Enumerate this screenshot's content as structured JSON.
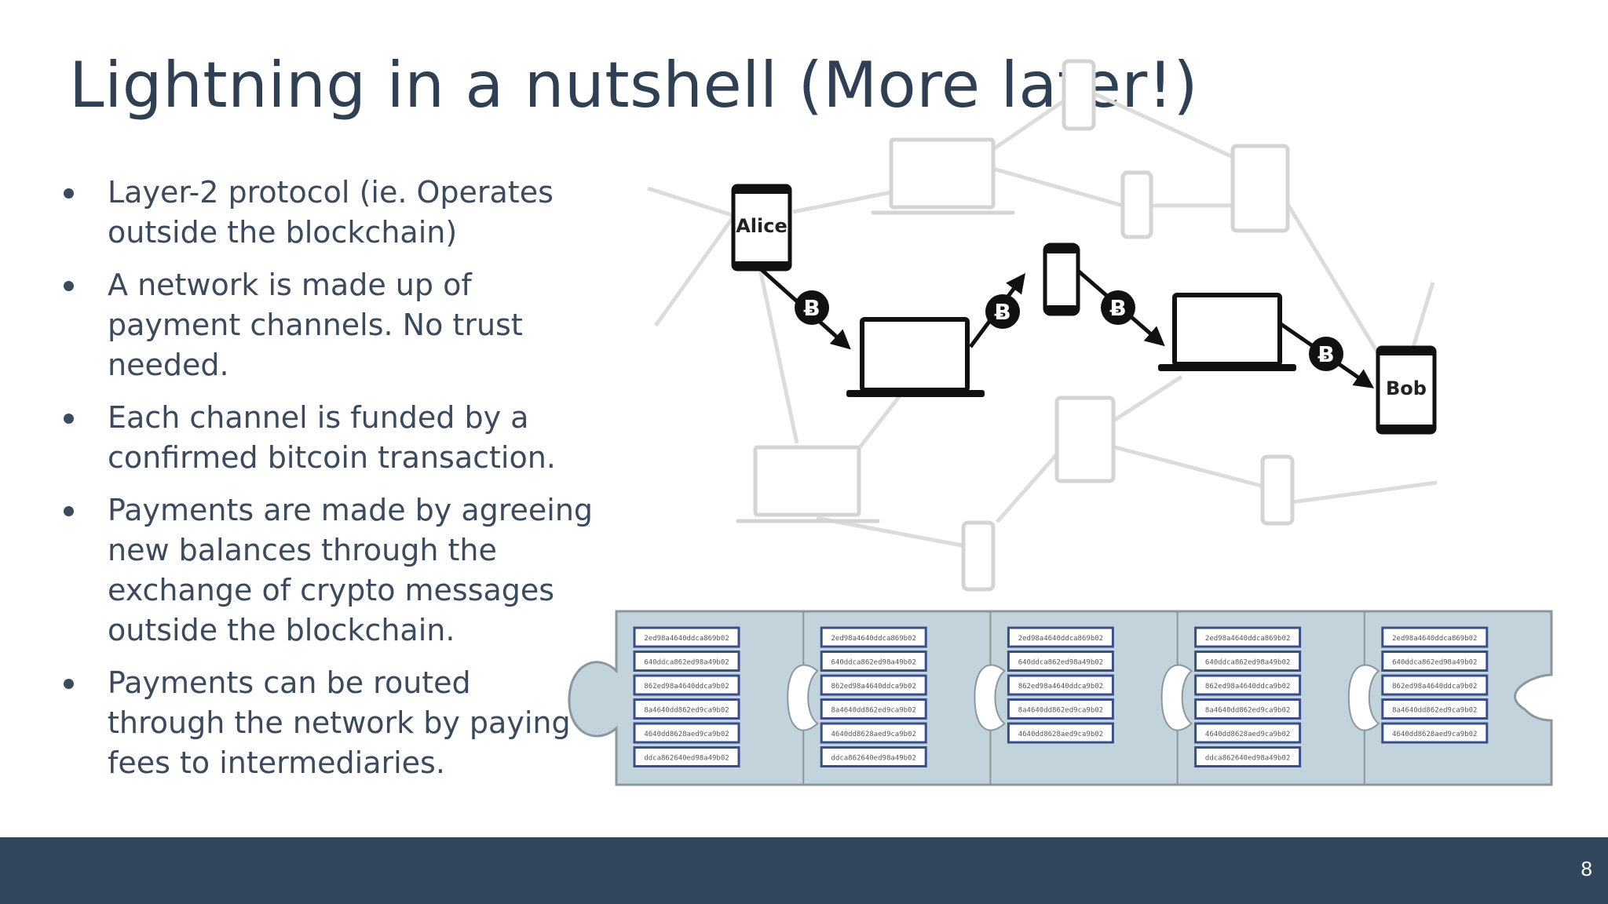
{
  "slide": {
    "title": "Lightning in a nutshell (More later!)",
    "page_number": "8"
  },
  "bullets": [
    "Layer-2 protocol (ie. Operates outside the blockchain)",
    "A network is made up of payment channels.  No trust needed.",
    "Each channel is funded by a confirmed bitcoin transaction.",
    "Payments are made by agreeing new balances through the exchange of crypto messages outside the blockchain.",
    "Payments can be routed through the network by paying fees to intermediaries."
  ],
  "network_diagram": {
    "sender_label": "Alice",
    "receiver_label": "Bob",
    "coin_symbol": "Ƀ",
    "colors": {
      "active": "#111111",
      "faded": "#d4d4d4"
    }
  },
  "blockchain": {
    "colors": {
      "puzzle_fill": "#c3d3db",
      "puzzle_stroke": "#8b979e",
      "tx_border": "#3a4f8a"
    },
    "blocks": [
      {
        "transactions": [
          "2ed98a4640ddca869b02",
          "640ddca862ed98a49b02",
          "862ed98a4640ddca9b02",
          "8a4640dd862ed9ca9b02",
          "4640dd8628aed9ca9b02",
          "ddca862640ed98a49b02"
        ]
      },
      {
        "transactions": [
          "2ed98a4640ddca869b02",
          "640ddca862ed98a49b02",
          "862ed98a4640ddca9b02",
          "8a4640dd862ed9ca9b02",
          "4640dd8628aed9ca9b02",
          "ddca862640ed98a49b02"
        ]
      },
      {
        "transactions": [
          "2ed98a4640ddca869b02",
          "640ddca862ed98a49b02",
          "862ed98a4640ddca9b02",
          "8a4640dd862ed9ca9b02",
          "4640dd8628aed9ca9b02"
        ]
      },
      {
        "transactions": [
          "2ed98a4640ddca869b02",
          "640ddca862ed98a49b02",
          "862ed98a4640ddca9b02",
          "8a4640dd862ed9ca9b02",
          "4640dd8628aed9ca9b02",
          "ddca862640ed98a49b02"
        ]
      },
      {
        "transactions": [
          "2ed98a4640ddca869b02",
          "640ddca862ed98a49b02",
          "862ed98a4640ddca9b02",
          "8a4640dd862ed9ca9b02",
          "4640dd8628aed9ca9b02"
        ]
      }
    ]
  }
}
